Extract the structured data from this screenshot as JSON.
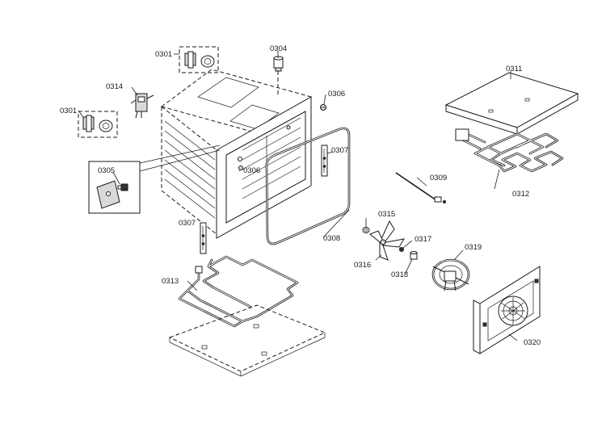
{
  "callouts": {
    "c0301a": "0301",
    "c0301b": "0301",
    "c0304": "0304",
    "c0305": "0305",
    "c0306a": "0306",
    "c0306b": "0306",
    "c0307a": "0307",
    "c0307b": "0307",
    "c0308": "0308",
    "c0309": "0309",
    "c0311": "0311",
    "c0312": "0312",
    "c0313": "0313",
    "c0314": "0314",
    "c0315": "0315",
    "c0316": "0316",
    "c0317": "0317",
    "c0318": "0318",
    "c0319": "0319",
    "c0320": "0320"
  }
}
